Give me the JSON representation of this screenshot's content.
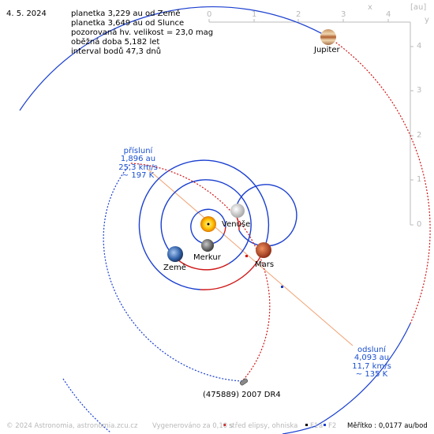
{
  "date": "4. 5. 2024",
  "info": {
    "line1": "planetka 3,229 au od Země",
    "line2": "planetka 3,649 au od Slunce",
    "line3": "pozorovaná hv. velikost = 23,0 mag",
    "line4": "oběžná doba 5,182 let",
    "line5": "interval bodů 47,3 dnů"
  },
  "axes": {
    "unit": "[au]",
    "x_label": "x",
    "y_label": "y",
    "x_ticks": [
      "0",
      "1",
      "2",
      "3",
      "4"
    ],
    "y_ticks": [
      "4",
      "3",
      "2",
      "1",
      "0"
    ]
  },
  "bodies": {
    "mercury": "Merkur",
    "venus": "Venuše",
    "earth": "Země",
    "mars": "Mars",
    "jupiter": "Jupiter",
    "asteroid": "(475889) 2007 DR4"
  },
  "perihelion": {
    "title": "přísluní",
    "dist": "1,896 au",
    "speed": "25,3 km/s",
    "temp": "~ 197 K"
  },
  "aphelion": {
    "title": "odsluní",
    "dist": "4,093 au",
    "speed": "11,7 km/s",
    "temp": "~ 135 K"
  },
  "footer": {
    "copyright": "© 2024 Astronomia, astronomia.zcu.cz",
    "generated": "Vygenerováno za 0,10 s",
    "legend_center": "střed elipsy, ohniska",
    "legend_f1": "F1",
    "legend_a": "a",
    "legend_f2": "F2",
    "scale": "Měřítko : 0,0177 au/bod"
  },
  "colors": {
    "orbit_blue": "#1a3fd0",
    "orbit_red": "#d01818",
    "label_blue": "#1a4fd0",
    "axis_grey": "#bbbbbb"
  }
}
